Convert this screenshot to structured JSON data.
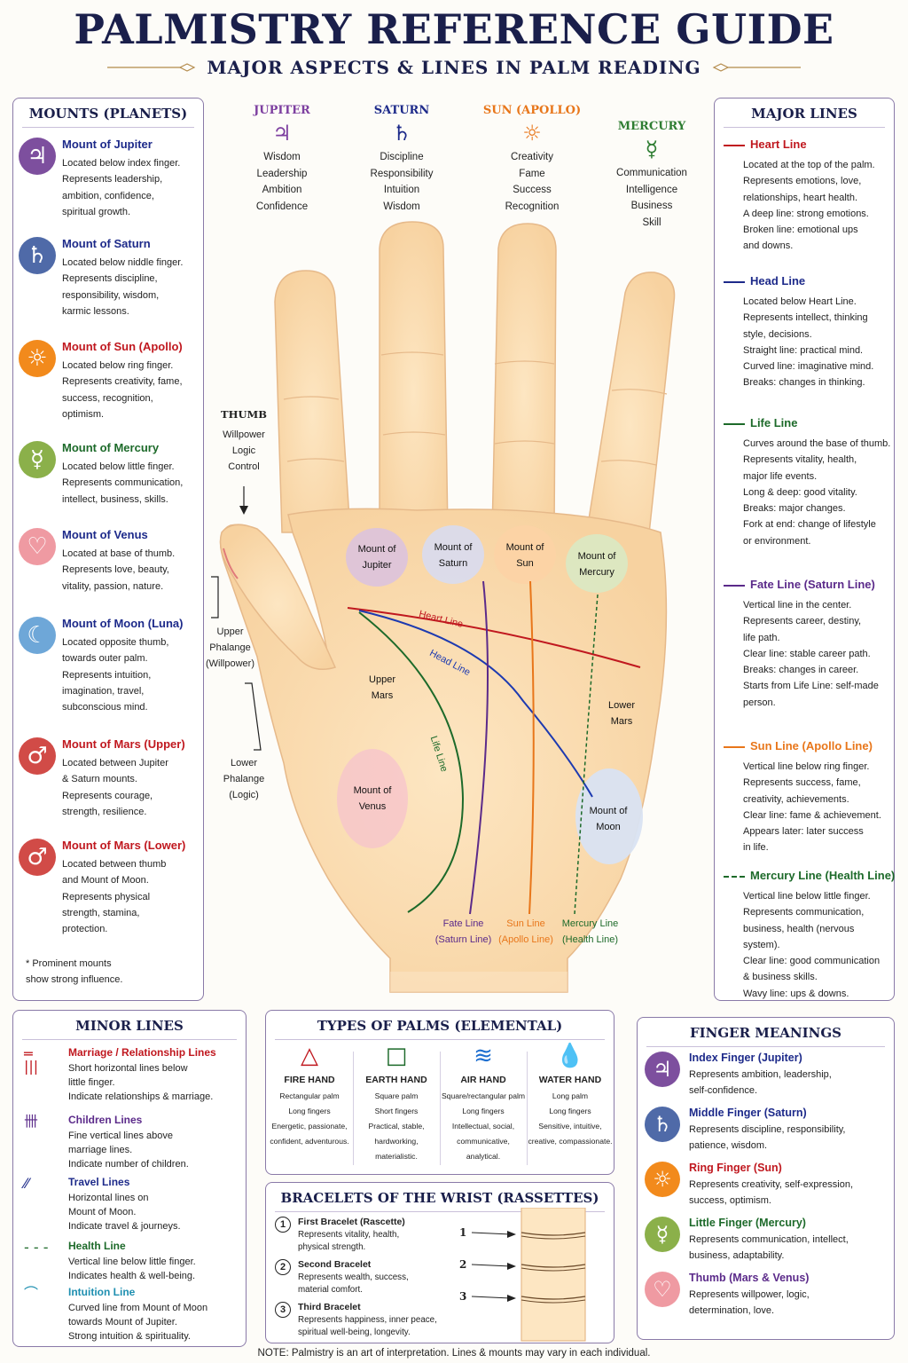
{
  "header": {
    "title": "PALMISTRY REFERENCE GUIDE",
    "subtitle": "MAJOR ASPECTS & LINES IN PALM READING"
  },
  "mounts_panel": {
    "title": "MOUNTS (PLANETS)",
    "items": [
      {
        "symbol": "♃",
        "name": "Mount of Jupiter",
        "color": "#7d4f9e",
        "text_color": "#1d2a8a",
        "desc": "Located below index finger.\nRepresents leadership,\nambition, confidence,\nspiritual growth."
      },
      {
        "symbol": "♄",
        "name": "Mount of Saturn",
        "color": "#4f6aa8",
        "text_color": "#1d2a8a",
        "desc": "Located below niddle finger.\nRepresents discipline,\nresponsibility, wisdom,\nkarmic lessons."
      },
      {
        "symbol": "☼",
        "name": "Mount of Sun (Apollo)",
        "color": "#f28a1c",
        "text_color": "#c0181f",
        "desc": "Located below ring finger.\nRepresents creativity, fame,\nsuccess, recognition,\noptimism."
      },
      {
        "symbol": "☿",
        "name": "Mount of Mercury",
        "color": "#8bb04a",
        "text_color": "#1d6a2a",
        "desc": "Located below little finger.\nRepresents communication,\nintellect, business, skills."
      },
      {
        "symbol": "♡",
        "name": "Mount of Venus",
        "color": "#ef9aa2",
        "text_color": "#1d2a8a",
        "desc": "Located at base of thumb.\nRepresents love, beauty,\nvitality, passion, nature."
      },
      {
        "symbol": "☾",
        "name": "Mount of Moon (Luna)",
        "color": "#6ea7d8",
        "text_color": "#1d2a8a",
        "desc": "Located opposite thumb,\ntowards outer palm.\nRepresents intuition,\nimagination, travel,\nsubconscious mind."
      },
      {
        "symbol": "♂",
        "name": "Mount of Mars (Upper)",
        "color": "#d14b47",
        "text_color": "#c0181f",
        "desc": "Located between Jupiter\n& Saturn mounts.\nRepresents courage,\nstrength, resilience."
      },
      {
        "symbol": "♂",
        "name": "Mount of Mars (Lower)",
        "color": "#d14b47",
        "text_color": "#c0181f",
        "desc": "Located between thumb\nand Mount of Moon.\nRepresents physical\nstrength, stamina,\nprotection."
      }
    ],
    "footnote": "* Prominent mounts\n   show strong influence."
  },
  "planets": [
    {
      "name": "JUPITER",
      "symbol": "♃",
      "color": "#7d3fa0",
      "traits": "Wisdom\nLeadership\nAmbition\nConfidence"
    },
    {
      "name": "SATURN",
      "symbol": "♄",
      "color": "#1d2a8a",
      "traits": "Discipline\nResponsibility\nIntuition\nWisdom"
    },
    {
      "name": "SUN (APOLLO)",
      "symbol": "☼",
      "color": "#e8761a",
      "traits": "Creativity\nFame\nSuccess\nRecognition"
    },
    {
      "name": "MERCURY",
      "symbol": "☿",
      "color": "#2e7d32",
      "traits": "Communication\nIntelligence\nBusiness\nSkill"
    }
  ],
  "hand": {
    "thumb_title": "THUMB",
    "thumb_traits": "Willpower\nLogic\nControl",
    "upper_phalange": "Upper\nPhalange\n(Willpower)",
    "lower_phalange": "Lower\nPhalange\n(Logic)",
    "mount_jupiter": "Mount of\nJupiter",
    "mount_saturn": "Mount of\nSaturn",
    "mount_sun": "Mount of\nSun",
    "mount_mercury": "Mount of\nMercury",
    "upper_mars": "Upper\nMars",
    "lower_mars": "Lower\nMars",
    "mount_venus": "Mount of\nVenus",
    "mount_moon": "Mount of\nMoon",
    "heart_line": "Heart Line",
    "head_line": "Head Line",
    "life_line": "Life Line",
    "fate_line": "Fate Line\n(Saturn Line)",
    "sun_line": "Sun Line\n(Apollo Line)",
    "mercury_line": "Mercury Line\n(Health Line)"
  },
  "major_lines_panel": {
    "title": "MAJOR LINES",
    "items": [
      {
        "name": "Heart Line",
        "color": "#c0181f",
        "style": "solid",
        "desc": "Located at the top of the palm.\nRepresents emotions, love,\nrelationships, heart health.\nA deep line: strong emotions.\nBroken line: emotional ups\nand downs."
      },
      {
        "name": "Head Line",
        "color": "#1d2a8a",
        "style": "solid",
        "desc": "Located below Heart Line.\nRepresents intellect, thinking\nstyle, decisions.\nStraight line: practical mind.\nCurved line: imaginative mind.\nBreaks: changes in thinking."
      },
      {
        "name": "Life Line",
        "color": "#1d6a2a",
        "style": "solid",
        "desc": "Curves around the base of thumb.\nRepresents vitality, health,\nmajor life events.\nLong & deep: good vitality.\nBreaks: major changes.\nFork at end: change of lifestyle\nor environment."
      },
      {
        "name": "Fate Line (Saturn Line)",
        "color": "#5b2a8a",
        "style": "solid",
        "desc": "Vertical line in the center.\nRepresents career, destiny,\nlife path.\nClear line: stable career path.\nBreaks: changes in career.\nStarts from Life Line: self-made\nperson."
      },
      {
        "name": "Sun Line (Apollo Line)",
        "color": "#e8761a",
        "style": "solid",
        "desc": "Vertical line below ring finger.\nRepresents success, fame,\ncreativity, achievements.\nClear line: fame & achievement.\nAppears later: later success\nin life."
      },
      {
        "name": "Mercury Line (Health Line)",
        "color": "#1d6a2a",
        "style": "dashed",
        "desc": "Vertical line below little finger.\nRepresents communication,\nbusiness, health (nervous\nsystem).\nClear line: good communication\n& business skills.\nWavy line: ups & downs."
      }
    ]
  },
  "minor_lines_panel": {
    "title": "MINOR LINES",
    "items": [
      {
        "mark": "═\n|||",
        "name": "Marriage / Relationship Lines",
        "color": "#c0181f",
        "desc": "Short horizontal lines below\nlittle finger.\nIndicate relationships & marriage."
      },
      {
        "mark": "卌",
        "name": "Children Lines",
        "color": "#5b2a8a",
        "desc": "Fine vertical lines above\nmarriage lines.\nIndicate number of children."
      },
      {
        "mark": "⁄⁄",
        "name": "Travel Lines",
        "color": "#1d2a8a",
        "desc": "Horizontal lines on\nMount of Moon.\nIndicate travel & journeys."
      },
      {
        "mark": "- - -",
        "name": "Health Line",
        "color": "#1d6a2a",
        "desc": "Vertical line below little finger.\nIndicates health & well-being."
      },
      {
        "mark": "⌒",
        "name": "Intuition Line",
        "color": "#1e8fb0",
        "desc": "Curved line from Mount of Moon\ntowards Mount of Jupiter.\nStrong intuition & spirituality."
      }
    ]
  },
  "palm_types_panel": {
    "title": "TYPES OF PALMS (ELEMENTAL)",
    "items": [
      {
        "symbol": "△",
        "color": "#c0181f",
        "name": "FIRE HAND",
        "desc": "Rectangular palm\nLong fingers\nEnergetic, passionate,\nconfident, adventurous."
      },
      {
        "symbol": "□",
        "color": "#1d6a2a",
        "name": "EARTH HAND",
        "desc": "Square palm\nShort fingers\nPractical, stable,\nhardworking,\nmaterialistic."
      },
      {
        "symbol": "≋",
        "color": "#1e6fd0",
        "name": "AIR HAND",
        "desc": "Square/rectangular palm\nLong fingers\nIntellectual, social,\ncommunicative,\nanalytical."
      },
      {
        "symbol": "💧",
        "color": "#1e6fd0",
        "name": "WATER HAND",
        "desc": "Long palm\nLong fingers\nSensitive, intuitive,\ncreative, compassionate."
      }
    ]
  },
  "bracelets_panel": {
    "title": "BRACELETS OF THE WRIST (RASSETTES)",
    "items": [
      {
        "num": "1",
        "name": "First Bracelet (Rascette)",
        "desc": "Represents vitality, health,\nphysical strength."
      },
      {
        "num": "2",
        "name": "Second Bracelet",
        "desc": "Represents wealth, success,\nmaterial comfort."
      },
      {
        "num": "3",
        "name": "Third Bracelet",
        "desc": "Represents happiness, inner peace,\nspiritual well-being, longevity."
      }
    ],
    "wrist_labels": [
      "1",
      "2",
      "3"
    ]
  },
  "finger_panel": {
    "title": "FINGER MEANINGS",
    "items": [
      {
        "symbol": "♃",
        "color": "#7d4f9e",
        "text_color": "#1d2a8a",
        "name": "Index Finger (Jupiter)",
        "desc": "Represents ambition, leadership,\nself-confidence."
      },
      {
        "symbol": "♄",
        "color": "#4f6aa8",
        "text_color": "#1d2a8a",
        "name": "Middle Finger (Saturn)",
        "desc": "Represents discipline, responsibility,\npatience, wisdom."
      },
      {
        "symbol": "☼",
        "color": "#f28a1c",
        "text_color": "#c0181f",
        "name": "Ring Finger (Sun)",
        "desc": "Represents creativity, self-expression,\nsuccess, optimism."
      },
      {
        "symbol": "☿",
        "color": "#8bb04a",
        "text_color": "#1d6a2a",
        "name": "Little Finger (Mercury)",
        "desc": "Represents communication, intellect,\nbusiness, adaptability."
      },
      {
        "symbol": "♡",
        "color": "#ef9aa2",
        "text_color": "#5b2a8a",
        "name": "Thumb (Mars & Venus)",
        "desc": "Represents willpower, logic,\ndetermination, love."
      }
    ]
  },
  "note": "NOTE: Palmistry is an art of interpretation. Lines & mounts may vary in each individual."
}
